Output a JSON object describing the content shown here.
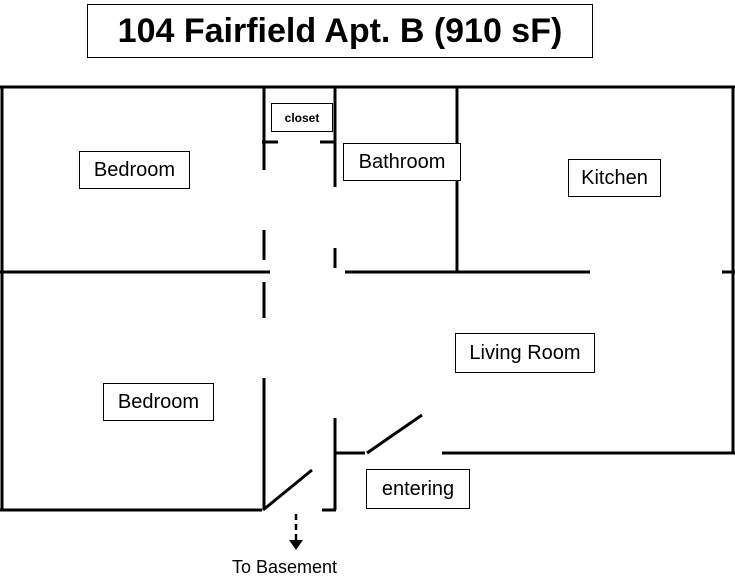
{
  "title": "104 Fairfield Apt. B (910 sF)",
  "rooms": {
    "bedroom_top": "Bedroom",
    "closet": "closet",
    "bathroom": "Bathroom",
    "kitchen": "Kitchen",
    "living_room": "Living Room",
    "bedroom_bottom": "Bedroom",
    "entering": "entering"
  },
  "basement_label": "To Basement"
}
